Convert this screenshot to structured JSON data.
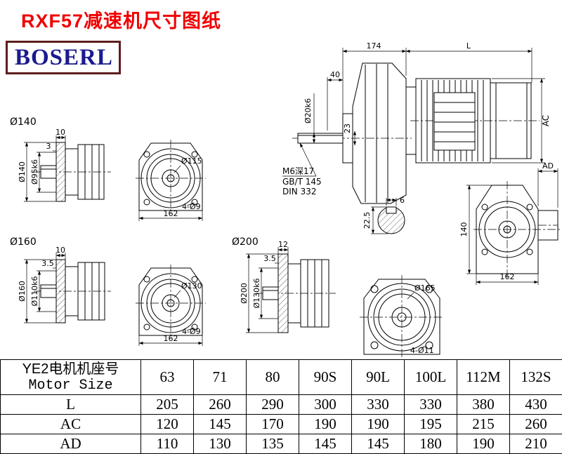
{
  "title": "RXF57减速机尺寸图纸",
  "logo": "BOSERL",
  "views": {
    "f140_side": {
      "caption": "Ø140",
      "len": "10",
      "step": "3",
      "outer": "Ø140",
      "pilot": "Ø95k6"
    },
    "f140_front": {
      "bolt_circle": "Ø115",
      "holes": "4-Ø9",
      "width": "162"
    },
    "f160_side": {
      "caption": "Ø160",
      "len": "10",
      "step": "3.5",
      "outer": "Ø160",
      "pilot": "Ø110k6"
    },
    "f160_front": {
      "bolt_circle": "Ø130",
      "holes": "4-Ø9",
      "width": "162"
    },
    "f200_side": {
      "caption": "Ø200",
      "len": "12",
      "step": "3.5",
      "outer": "Ø200",
      "pilot": "Ø130k6"
    },
    "f200_front": {
      "bolt_circle": "Ø165",
      "holes": "4-Ø11"
    },
    "assembly": {
      "front_len": "174",
      "motor_len": "L",
      "shaft_len": "40",
      "shaft_dia": "Ø20k6",
      "shoulder": "23",
      "motor_height": "AC",
      "note1": "M6深17",
      "note2": "GB/T 145",
      "note3": "DIN 332"
    },
    "keyway": {
      "key_width": "6",
      "key_height": "22.5"
    },
    "rear": {
      "ad": "AD",
      "height": "140",
      "width": "162"
    }
  },
  "table": {
    "header_cn": "YE2电机机座号",
    "header_en": "Motor Size",
    "sizes": [
      "63",
      "71",
      "80",
      "90S",
      "90L",
      "100L",
      "112M",
      "132S"
    ],
    "rows": [
      {
        "label": "L",
        "values": [
          "205",
          "260",
          "290",
          "300",
          "330",
          "330",
          "380",
          "430"
        ]
      },
      {
        "label": "AC",
        "values": [
          "120",
          "145",
          "170",
          "190",
          "190",
          "195",
          "215",
          "260"
        ]
      },
      {
        "label": "AD",
        "values": [
          "110",
          "130",
          "135",
          "145",
          "145",
          "180",
          "190",
          "210"
        ]
      }
    ]
  }
}
